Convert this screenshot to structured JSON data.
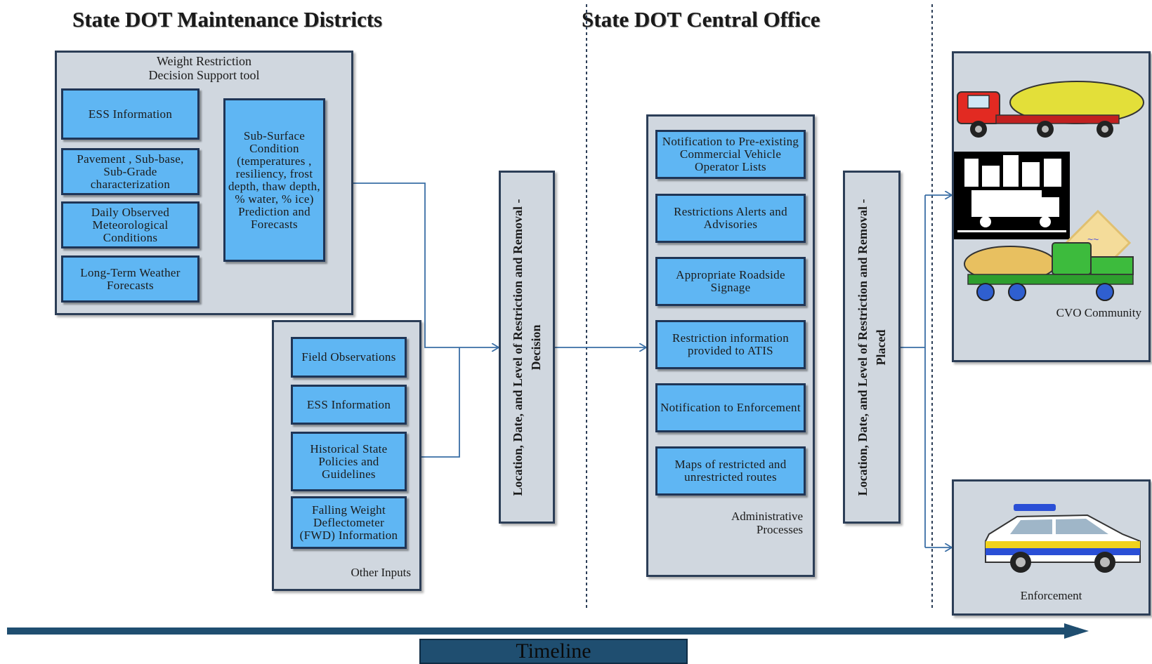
{
  "headings": {
    "districts": "State DOT Maintenance  Districts",
    "central": "State DOT Central  Office"
  },
  "decision_tool": {
    "title": "Weight Restriction\nDecision Support tool",
    "inputs": [
      "ESS Information",
      "Pavement , Sub-base, Sub-Grade characterization",
      "Daily Observed Meteorological Conditions",
      "Long-Term Weather Forecasts"
    ],
    "subsurface": "Sub-Surface Condition (temperatures , resiliency, frost depth, thaw depth, % water, % ice) Prediction and Forecasts"
  },
  "other_inputs": {
    "items": [
      "Field Observations",
      "ESS Information",
      "Historical State Policies and Guidelines",
      "Falling Weight Deflectometer (FWD) Information"
    ],
    "label": "Other Inputs"
  },
  "decision_bar": "Location, Date, and Level of Restriction and Removal - Decision",
  "admin": {
    "items": [
      "Notification to Pre-existing Commercial Vehicle Operator Lists",
      "Restrictions Alerts and Advisories",
      "Appropriate Roadside Signage",
      "Restriction information provided to ATIS",
      "Notification to Enforcement",
      "Maps of restricted and unrestricted routes"
    ],
    "label": "Administrative\nProcesses"
  },
  "placed_bar": "Location, Date, and Level of Restriction and Removal - Placed",
  "cvo": {
    "label": "CVO Community"
  },
  "enforcement": {
    "label": "Enforcement"
  },
  "timeline": {
    "label": "Timeline"
  },
  "colors": {
    "box": "#5fb6f3",
    "group": "#d0d7df",
    "border": "#2c3e57",
    "line": "#3a6ea5",
    "timeline": "#1f4e70"
  }
}
